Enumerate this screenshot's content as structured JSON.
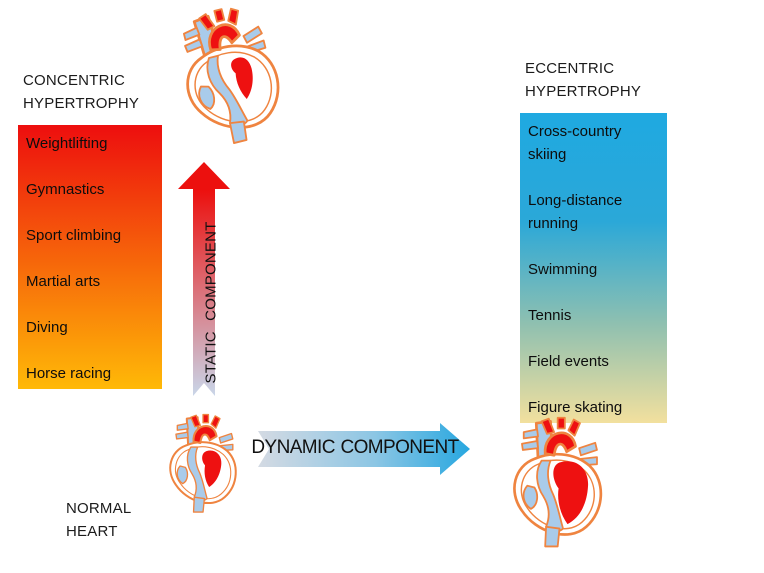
{
  "colors": {
    "background": "#FFFFFF",
    "text": "#1B1B1B",
    "left_box_top": "#ED0E0E",
    "left_box_bottom": "#FFB907",
    "right_box_top": "#1FA9E1",
    "right_box_upper_mid": "#2BA8D8",
    "right_box_lower_mid": "#8FC0B0",
    "right_box_bottom": "#F2E09E",
    "static_arrow_head": "#EC100E",
    "static_arrow_tail": "#C9D6E9",
    "dynamic_arrow_head": "#27A7E0",
    "dynamic_arrow_tail": "#D4DAE3",
    "heart_outline": "#EF8440",
    "heart_red": "#EE1111",
    "heart_blue": "#A9CBEA"
  },
  "concentric": {
    "title": "CONCENTRIC HYPERTROPHY",
    "items": [
      "Weightlifting",
      "Gymnastics",
      "Sport climbing",
      "Martial arts",
      "Diving",
      "Horse racing"
    ]
  },
  "eccentric": {
    "title": "ECCENTRIC HYPERTROPHY",
    "items": [
      "Cross-country skiing",
      "Long-distance running",
      "Swimming",
      "Tennis",
      "Field events",
      "Figure skating"
    ]
  },
  "arrows": {
    "static_label": "STATIC COMPONENT",
    "dynamic_label": "DYNAMIC COMPONENT"
  },
  "normal_heart": {
    "label": "NORMAL HEART"
  },
  "icons": {
    "concentric_heart": "heart-cross-section-concentric",
    "normal_heart": "heart-cross-section-normal",
    "eccentric_heart": "heart-cross-section-eccentric"
  }
}
